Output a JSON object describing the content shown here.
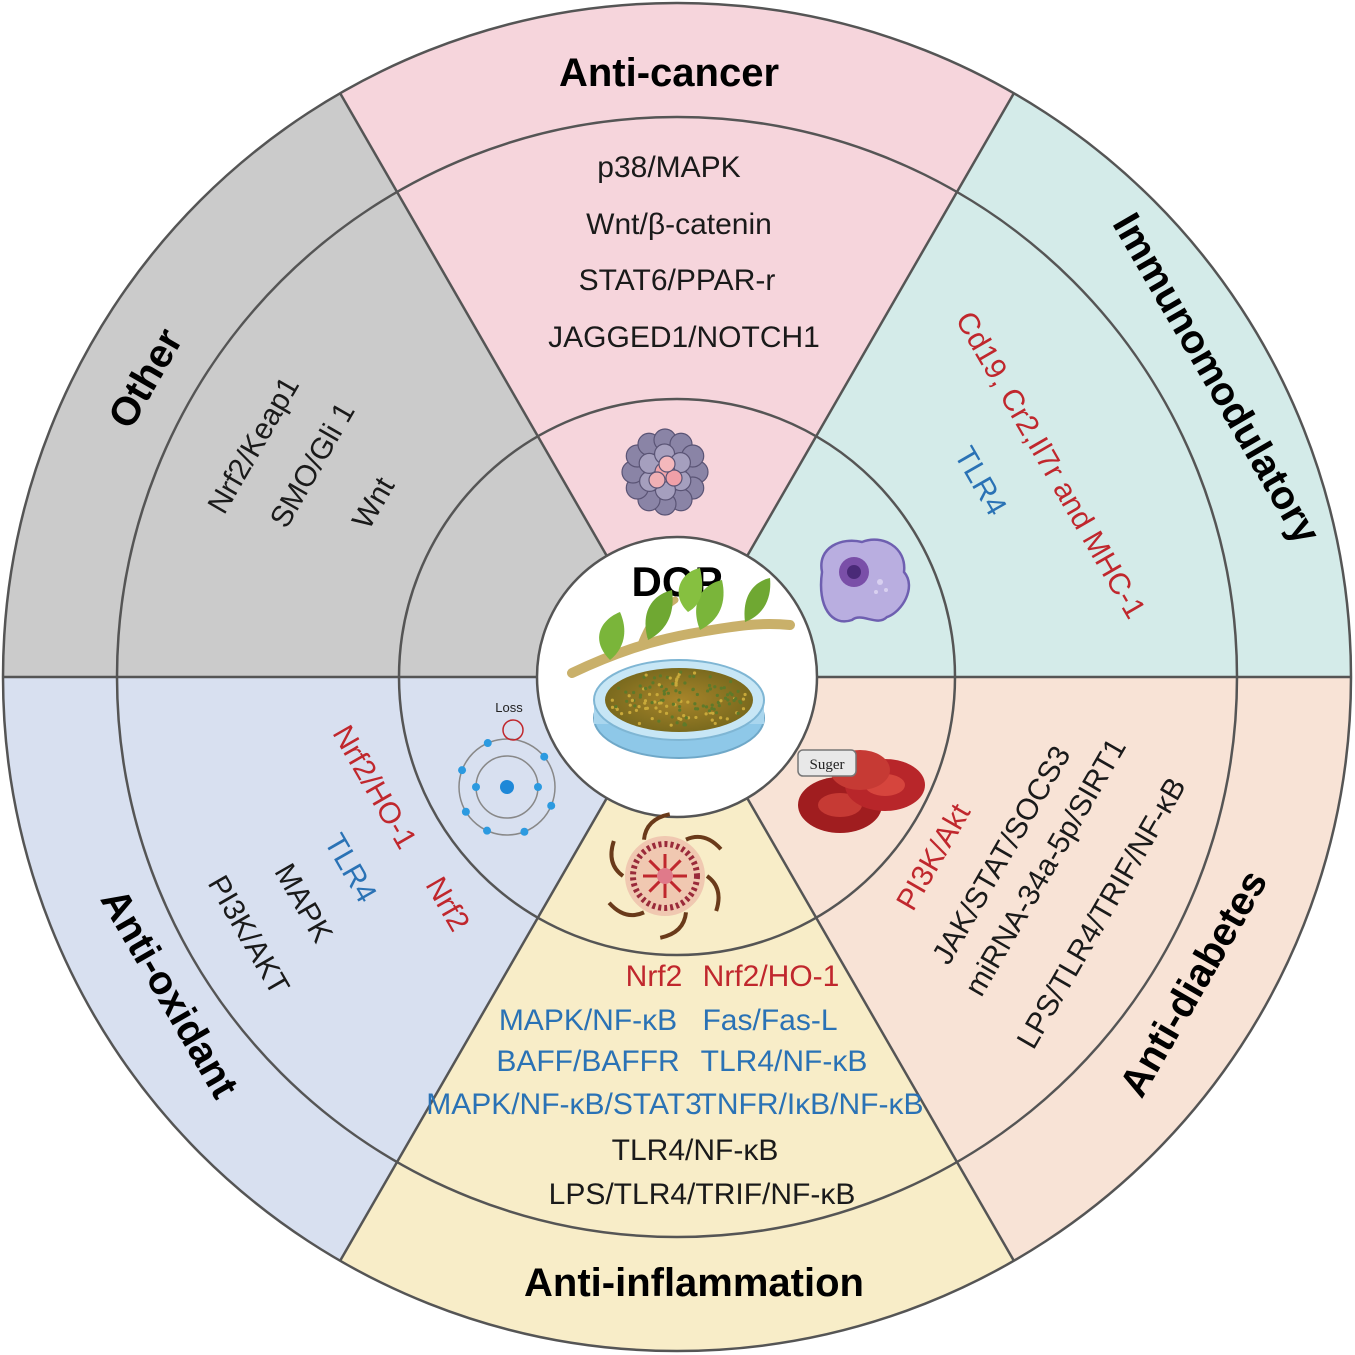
{
  "center": {
    "label": "DOP"
  },
  "colors": {
    "anti_cancer": "#f6d5dc",
    "immunomodulatory": "#d4ebe9",
    "anti_diabetes": "#f8e3d6",
    "anti_inflammation": "#f8edc8",
    "anti_oxidant": "#d8e0f0",
    "other": "#cbcbcb",
    "red_text": "#c0272d",
    "blue_text": "#2a72b5"
  },
  "sectors": {
    "anti_cancer": {
      "title": "Anti-cancer",
      "icon": "tumor-cluster-icon",
      "pathways": [
        "p38/MAPK",
        "Wnt/β-catenin",
        "STAT6/PPAR-r",
        "JAGGED1/NOTCH1"
      ]
    },
    "immunomodulatory": {
      "title": "Immunomodulatory",
      "icon": "macrophage-icon",
      "pathways": [
        "Cd19, Cr2,Il7r and MHC-1",
        "TLR4"
      ]
    },
    "anti_diabetes": {
      "title": "Anti-diabetes",
      "icon": "red-blood-cell-icon",
      "icon_label": "Suger",
      "pathways": [
        "PI3K/Akt",
        "JAK/STAT/SOCS3",
        "miRNA-34a-5p/SIRT1",
        "LPS/TLR4/TRIF/NF-κB"
      ]
    },
    "anti_inflammation": {
      "title": "Anti-inflammation",
      "icon": "inflammation-vesicle-icon",
      "pathways": [
        "Nrf2",
        "Nrf2/HO-1",
        "MAPK/NF-κB",
        "Fas/Fas-L",
        "BAFF/BAFFR",
        "TLR4/NF-κB",
        "MAPK/NF-κB/STAT3",
        "TNFR/IκB/NF-κB",
        "TLR4/NF-κB",
        "LPS/TLR4/TRIF/NF-κB"
      ]
    },
    "anti_oxidant": {
      "title": "Anti-oxidant",
      "icon": "electron-loss-icon",
      "icon_label": "Loss",
      "pathways": [
        "Nrf2/HO-1",
        "Nrf2",
        "TLR4",
        "MAPK",
        "PI3K/AKT"
      ]
    },
    "other": {
      "title": "Other",
      "pathways": [
        "Nrf2/Keap1",
        "SMO/Gli 1",
        "Wnt"
      ]
    }
  }
}
